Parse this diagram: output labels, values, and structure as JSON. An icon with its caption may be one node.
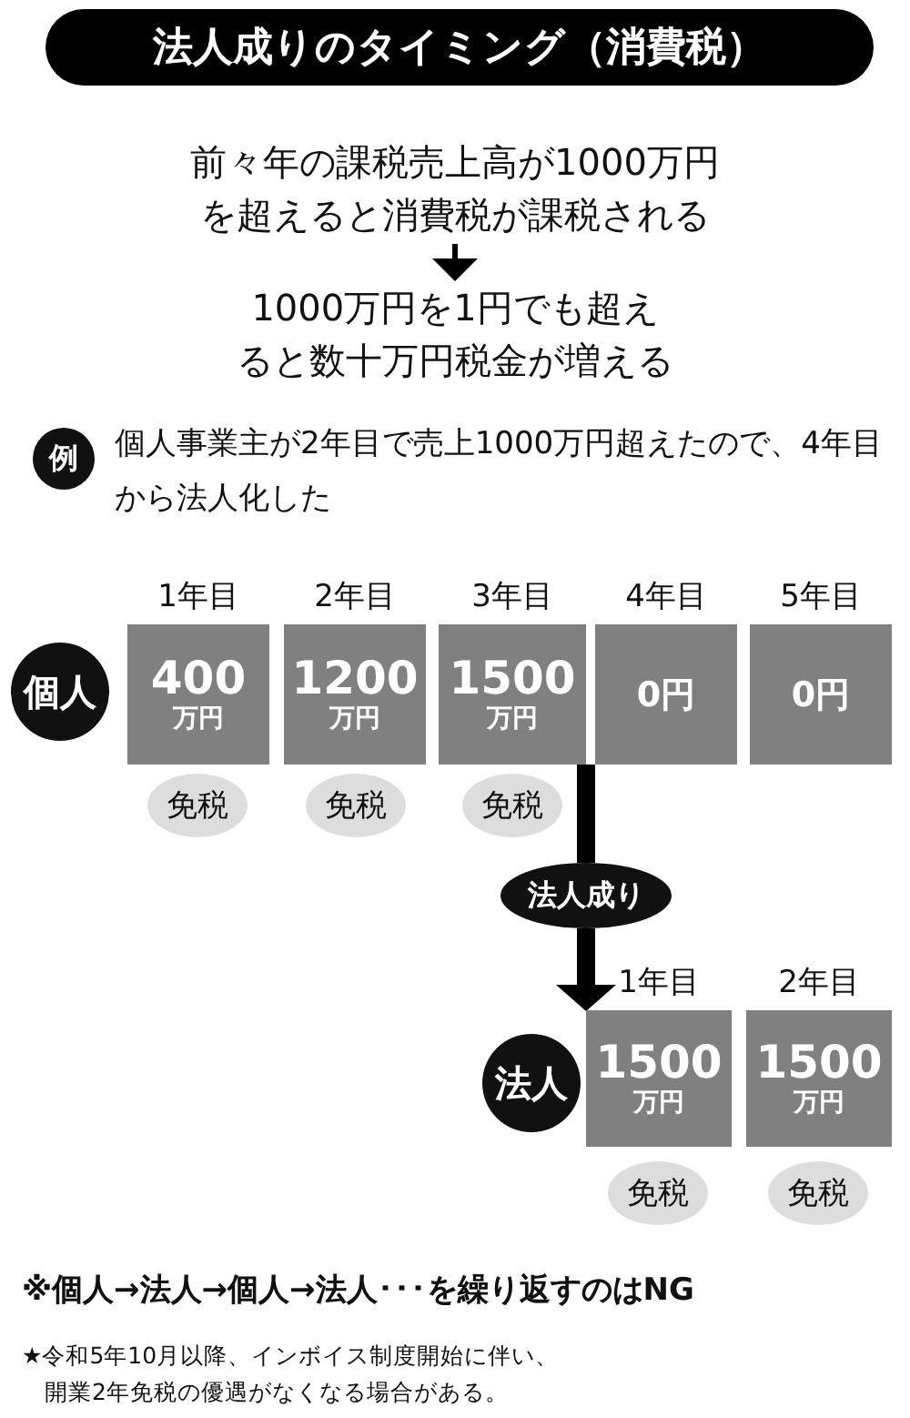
{
  "diagram": {
    "title": "法人成りのタイミング（消費税）",
    "nodes": [
      {
        "text": [
          "前々年の課税売上高が1000万円を超えると消費税が課税される"
        ]
      },
      {
        "text": [
          "1000万円を1円でも超えると数十万円税金が増える"
        ]
      },
      {
        "text": [
          "例"
        ],
        "beside": [
          "個人事業主が2年目で売上1000万円超えたので、4年目から法人化した"
        ]
      },
      {
        "text": [
          "個人"
        ]
      },
      {
        "text": [
          "400",
          "万円"
        ],
        "beside": [
          "1年目"
        ]
      },
      {
        "text": [
          "1200",
          "万円"
        ],
        "beside": [
          "2年目"
        ]
      },
      {
        "text": [
          "1500",
          "万円"
        ],
        "beside": [
          "3年目"
        ]
      },
      {
        "text": [
          "0円"
        ],
        "beside": [
          "4年目"
        ]
      },
      {
        "text": [
          "0円"
        ],
        "beside": [
          "5年目"
        ]
      },
      {
        "text": [
          "免税"
        ]
      },
      {
        "text": [
          "免税"
        ]
      },
      {
        "text": [
          "免税"
        ]
      },
      {
        "text": [
          "法人成り"
        ]
      },
      {
        "text": [
          "法人"
        ]
      },
      {
        "text": [
          "1500",
          "万円"
        ],
        "beside": [
          "1年目"
        ]
      },
      {
        "text": [
          "1500",
          "万円"
        ],
        "beside": [
          "2年目"
        ]
      },
      {
        "text": [
          "免税"
        ]
      },
      {
        "text": [
          "免税"
        ]
      }
    ],
    "edges": [
      {
        "from": 0,
        "to": 1,
        "arrow": "to"
      },
      {
        "from": 6,
        "to": 12,
        "arrow": "none"
      },
      {
        "from": 12,
        "to": 14,
        "arrow": "to"
      }
    ],
    "labels": [
      "※個人→法人→個人→法人･･･を繰り返すのはNG",
      "★令和5年10月以降、インボイス制度開始に伴い、開業2年免税の優遇がなくなる場合がある。"
    ]
  }
}
